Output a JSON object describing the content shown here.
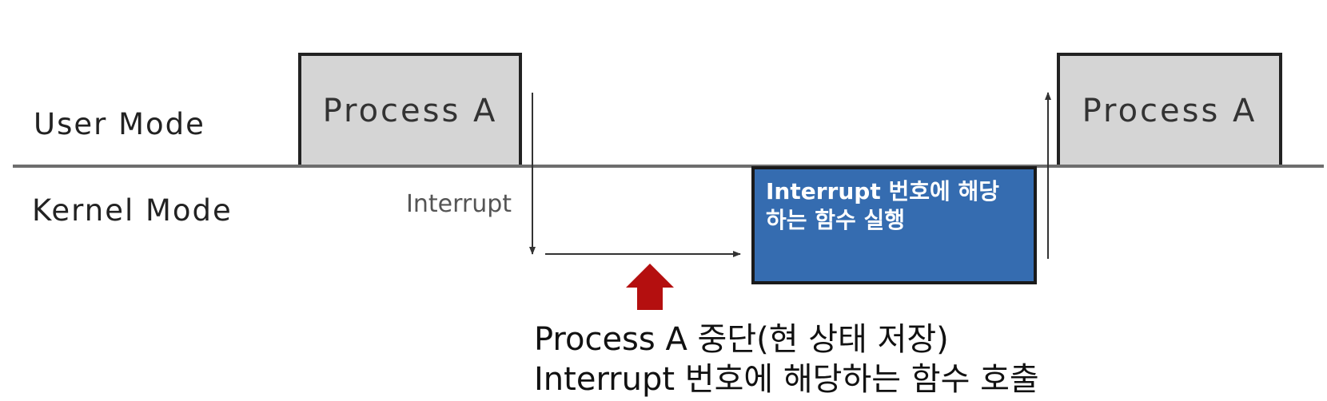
{
  "modes": {
    "user": "User Mode",
    "kernel": "Kernel Mode"
  },
  "process_box": {
    "left_label": "Process A",
    "right_label": "Process A"
  },
  "interrupt_label": "Interrupt",
  "handler_box_text": "Interrupt 번호에 해당\n하는 함수 실행",
  "notes": {
    "line1": "Process A 중단(현 상태 저장)",
    "line2": "Interrupt 번호에 해당하는 함수 호출"
  },
  "colors": {
    "process_fill": "#d5d5d5",
    "handler_fill": "#356cb0",
    "up_arrow": "#b40f0f",
    "baseline": "#6e6e6e"
  }
}
